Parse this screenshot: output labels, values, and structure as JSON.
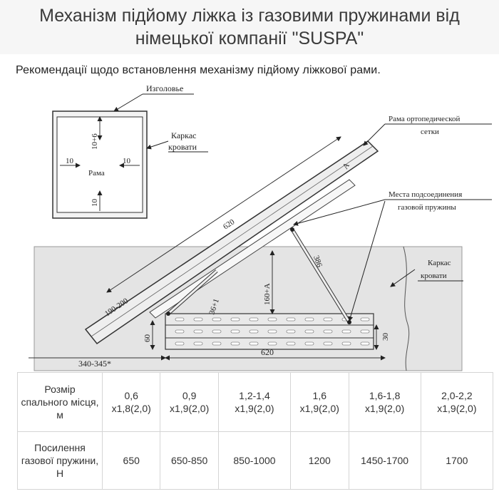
{
  "page": {
    "title": "Механізм підйому ліжка із газовими пружинами від німецької компанії \"SUSPA\"",
    "subtitle": "Рекомендації щодо встановлення механізму підйому ліжкової рами."
  },
  "diagram": {
    "labels": {
      "headboard": "Изголовье",
      "frame_word": "Рама",
      "bed_frame_1": "Каркас",
      "bed_frame_2": "кровати",
      "ortho_1": "Рама ортопедической",
      "ortho_2": "сетки",
      "spring_1": "Места подсоединения",
      "spring_2": "газовой пружины",
      "carcass_1": "Каркас",
      "carcass_2": "кровати"
    },
    "dimensions": {
      "top_gap": "10+6",
      "left_gap": "10",
      "right_gap": "10",
      "bottom_gap": "10",
      "frame_length": "620",
      "diag_offset": "190-200",
      "pivot_height": "36+1",
      "lift_height": "160+A",
      "spring_length": "386",
      "base_height": "60",
      "rail_height": "30",
      "base_length": "620",
      "left_offset": "340-345*",
      "a_mark": "A"
    }
  },
  "table": {
    "rows": [
      {
        "header": "Розмір спального місця, м",
        "cells": [
          "0,6 х1,8(2,0)",
          "0,9 х1,9(2,0)",
          "1,2-1,4 х1,9(2,0)",
          "1,6 х1,9(2,0)",
          "1,6-1,8 х1,9(2,0)",
          "2,0-2,2 х1,9(2,0)"
        ]
      },
      {
        "header": "Посилення газової пружини, Н",
        "cells": [
          "650",
          "650-850",
          "850-1000",
          "1200",
          "1450-1700",
          "1700"
        ]
      }
    ]
  }
}
